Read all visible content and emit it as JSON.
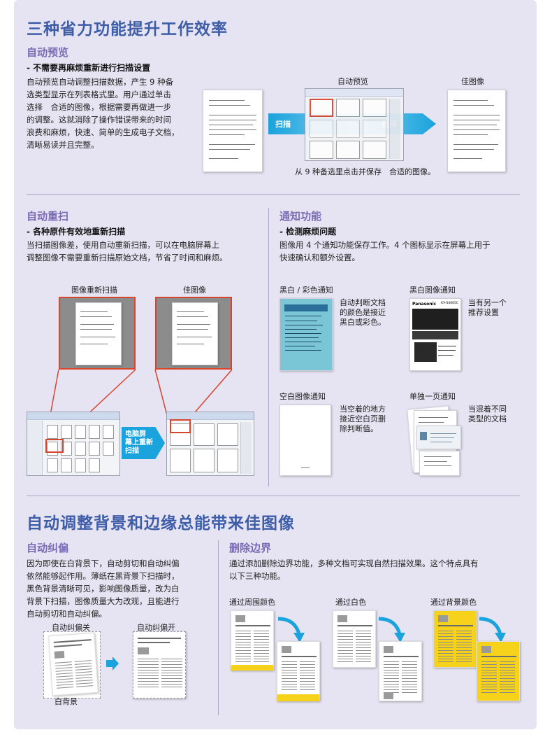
{
  "section1": {
    "title": "三种省力功能提升工作效率",
    "auto_preview": {
      "heading": "自动预览",
      "subheading": "- 不需要再麻烦重新进行扫描设置",
      "body": [
        "自动预览自动调整扫描数据，产生 9 种备",
        "选类型显示在列表格式里。用户通过单击",
        "选择　合适的图像，根据需要再做进一步",
        "的调整。这就消除了操作错误带来的时间",
        "浪费和麻烦，快速、简单的生成电子文档，",
        "清晰易读并且完整。"
      ],
      "label_preview": "自动预览",
      "label_best": "佳图像",
      "arrow_scan": "扫描",
      "arrow_select": "选择",
      "caption": "从 9 种备选里点击并保存　合适的图像。"
    },
    "auto_rescan": {
      "heading": "自动重扫",
      "subheading": "- 各种原件有效地重新扫描",
      "body": [
        "当扫描图像差，使用自动重新扫描，可以在电脑屏幕上",
        "调整图像不需要重新扫描原始文档，节省了时间和麻烦。"
      ],
      "label_rescan": "图像重新扫描",
      "label_best": "佳图像",
      "arrow_text": [
        "电脑屏",
        "幕上重新",
        "扫描"
      ]
    },
    "notify": {
      "heading": "通知功能",
      "subheading": "- 检测麻烦问题",
      "body": [
        "图像用 4 个通知功能保存工作。4 个图标显示在屏幕上用于",
        "快速确认和额外设置。"
      ],
      "items": [
        {
          "title": "黑白 / 彩色通知",
          "desc": [
            "自动判断文档",
            "的颜色是接近",
            "黑白或彩色。"
          ]
        },
        {
          "title": "黑白图像通知",
          "desc": [
            "当有另一个",
            "推荐设置"
          ]
        },
        {
          "title": "空白图像通知",
          "desc": [
            "当空着的地方",
            "接近空白页删",
            "除判断值。"
          ]
        },
        {
          "title": "单独一页通知",
          "desc": [
            "当混着不同",
            "类型的文档"
          ]
        }
      ],
      "brand": "Panasonic",
      "model": "KV-S4065C"
    }
  },
  "section2": {
    "title": "自动调整背景和边缘总能带来佳图像",
    "deskew": {
      "heading": "自动纠偏",
      "body": [
        "因为即使在白背景下，自动剪切和自动纠偏",
        "依然能够起作用。薄纸在黑背景下扫描时，",
        "黑色背景清晰可见，影响图像质量，改为白",
        "背景下扫描，图像质量大为改观，且能进行",
        "自动剪切和自动纠偏。"
      ],
      "label_off": "自动纠偏关",
      "label_on": "自动纠偏开",
      "label_bg": "白背景"
    },
    "border": {
      "heading": "删除边界",
      "body": [
        "通过添加删除边界功能，多种文档可实现自然扫描效果。这个特点具有",
        "以下三种功能。"
      ],
      "labels": [
        "通过周围颜色",
        "通过白色",
        "通过背景颜色"
      ]
    }
  },
  "colors": {
    "title_blue": "#3e5da8",
    "heading_purple": "#7b6bb5",
    "arrow_cyan": "#1aa3dc",
    "red": "#d9442c",
    "yellow": "#f6d31a",
    "panel": "#e6e4f2"
  }
}
